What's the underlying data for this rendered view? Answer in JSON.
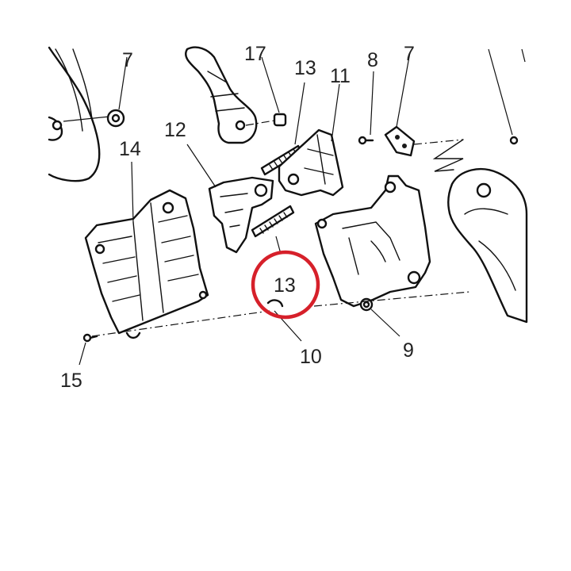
{
  "callouts": {
    "c7a": "7",
    "c17": "17",
    "c13_top": "13",
    "c11": "11",
    "c8": "8",
    "c7b": "7",
    "c12": "12",
    "c14": "14",
    "c13_circled": "13",
    "c10": "10",
    "c9": "9",
    "c15": "15"
  },
  "colors": {
    "highlight_ring": "#d6202a",
    "line": "#111111"
  }
}
